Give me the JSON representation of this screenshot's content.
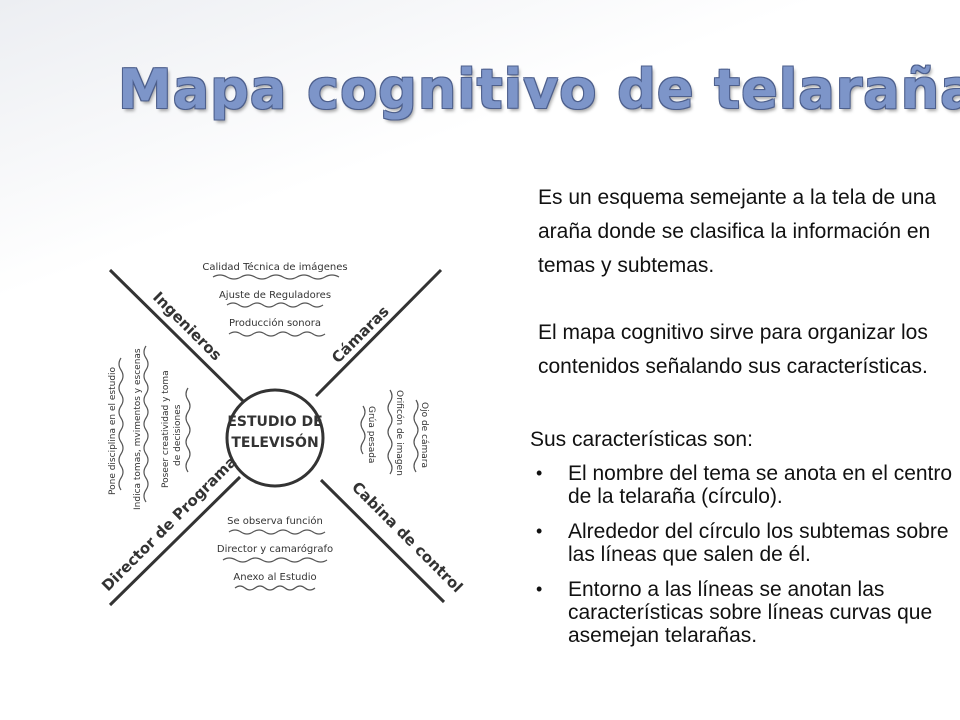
{
  "title": "Mapa cognitivo de telaraña",
  "intro": {
    "p1": "Es un esquema semejante a la tela de una araña donde se clasifica la información en temas y subtemas.",
    "p2": "El mapa cognitivo sirve para organizar los contenidos señalando sus características."
  },
  "characteristics": {
    "heading": "Sus características son:",
    "items": [
      "El nombre del tema se anota en el centro de la telaraña (círculo).",
      "Alrededor del círculo los subtemas sobre las líneas que salen de él.",
      "Entorno a las líneas se anotan las características sobre líneas curvas que asemejan telarañas."
    ]
  },
  "diagram": {
    "center_line1": "ESTUDIO DE",
    "center_line2": "TELEVISÓN",
    "branches": {
      "top_left": "Ingenieros",
      "top_right": "Cámaras",
      "bottom_left": "Director de Programa",
      "bottom_right": "Cabina de control"
    },
    "top_notes": [
      "Calidad Técnica de imágenes",
      "Ajuste de Reguladores",
      "Producción sonora"
    ],
    "bottom_notes": [
      "Se observa función",
      "Director y camarógrafo",
      "Anexo al Estudio"
    ],
    "left_notes": [
      "Pone disciplina en el estudio",
      "Indica tomas, mvimentos y escenas",
      "Poseer creatividad y toma",
      "de decisiones"
    ],
    "right_notes": [
      "Ojo de cámara",
      "Orificón de imagen",
      "Grúa pesada"
    ]
  }
}
